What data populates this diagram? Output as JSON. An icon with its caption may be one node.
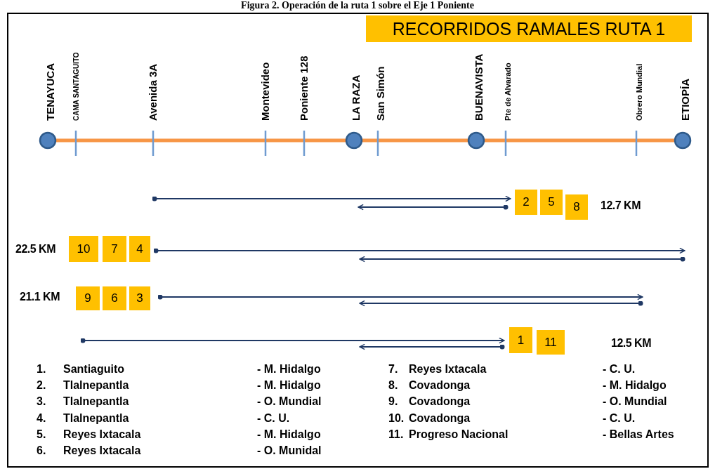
{
  "diagram": {
    "title": "Figura 2. Operación de la ruta 1 sobre el Eje 1 Poniente",
    "nodes": [
      {
        "text": [
          "RECORRIDOS  RAMALES RUTA 1"
        ]
      },
      {
        "text": [
          "2"
        ]
      },
      {
        "text": [
          "5"
        ]
      },
      {
        "text": [
          "8"
        ]
      },
      {
        "text": [
          "10"
        ]
      },
      {
        "text": [
          "7"
        ]
      },
      {
        "text": [
          "4"
        ]
      },
      {
        "text": [
          "9"
        ]
      },
      {
        "text": [
          "6"
        ]
      },
      {
        "text": [
          "3"
        ]
      },
      {
        "text": [
          "1"
        ]
      },
      {
        "text": [
          "11"
        ]
      }
    ],
    "labels": [
      "TENAYUCA",
      "CAMA SANTAGUITO",
      "Avenida 3A",
      "Montevideo",
      "Poniente 128",
      "LA RAZA",
      "San Simón",
      "BUENAVISTA",
      "Pte de Alvarado",
      "Obrero  Mundial",
      "ETIOPÍA",
      "12.7 KM",
      "22.5 KM",
      "21.1 KM",
      "12.5 KM",
      "1.",
      "Santiaguito",
      "- M. Hidalgo",
      "7.",
      "Reyes Ixtacala",
      "- C. U.",
      "2.",
      "Tlalnepantla",
      "- M. Hidalgo",
      "8.",
      "Covadonga",
      "- M. Hidalgo",
      "3.",
      "Tlalnepantla",
      "- O. Mundial",
      "9.",
      "Covadonga",
      "- O. Mundial",
      "4.",
      "Tlalnepantla",
      "- C. U.",
      "10.",
      "Covadonga",
      "- C. U.",
      "5.",
      "Reyes Ixtacala",
      "- M. Hidalgo",
      "11.",
      "Progreso Nacional",
      "- Bellas Artes",
      "6.",
      "Reyes Ixtacala",
      "- O. Munidal"
    ]
  }
}
